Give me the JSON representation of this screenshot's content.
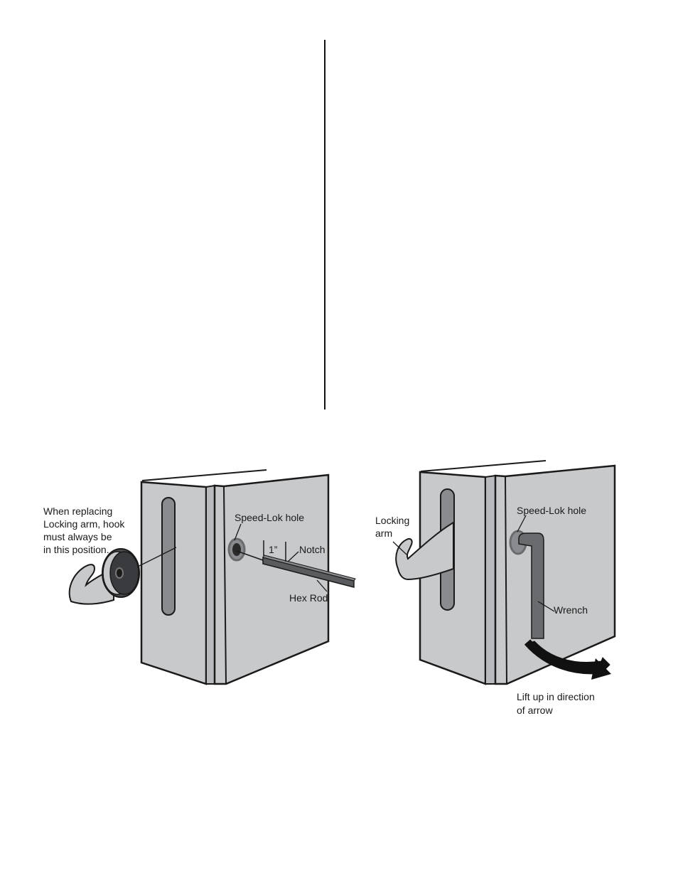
{
  "colors": {
    "panel_face": "#c8c9cb",
    "panel_edge": "#b9babd",
    "outline": "#1a1a1a",
    "slot": "#8a8b8e",
    "rod": "#5a5b5e",
    "arrow": "#111111"
  },
  "left_figure": {
    "note_lines": [
      "When replacing",
      "Locking arm, hook",
      "must always be",
      "in this position."
    ],
    "speedlok_label": "Speed-Lok hole",
    "dimension_label": "1”",
    "notch_label": "Notch",
    "hexrod_label": "Hex Rod"
  },
  "right_figure": {
    "locking_arm_lines": [
      "Locking",
      "arm"
    ],
    "speedlok_label": "Speed-Lok hole",
    "wrench_label": "Wrench",
    "lift_lines": [
      "Lift up in direction",
      "of arrow"
    ]
  }
}
